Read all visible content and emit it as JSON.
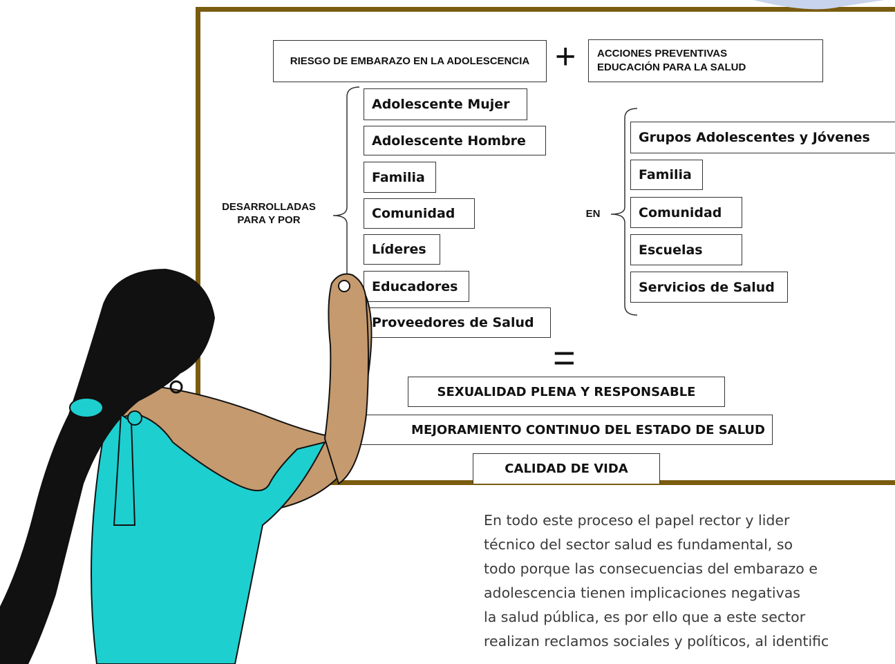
{
  "diagram": {
    "header_left": "RIESGO DE EMBARAZO EN LA ADOLESCENCIA",
    "plus_sign": "+",
    "header_right_line1": "ACCIONES PREVENTIVAS",
    "header_right_line2": "EDUCACIÓN PARA LA SALUD",
    "left_label_line1": "DESARROLLADAS",
    "left_label_line2": "PARA Y POR",
    "left_items": [
      "Adolescente Mujer",
      "Adolescente Hombre",
      "Familia",
      "Comunidad",
      "Líderes",
      "Educadores",
      "Proveedores de Salud"
    ],
    "right_label": "EN",
    "right_items": [
      "Grupos  Adolescentes y Jóvenes",
      "Familia",
      "Comunidad",
      "Escuelas",
      "Servicios de Salud"
    ],
    "equals_sign": "=",
    "results": [
      "SEXUALIDAD PLENA Y RESPONSABLE",
      "MEJORAMIENTO CONTINUO DEL ESTADO DE SALUD",
      "CALIDAD DE VIDA"
    ]
  },
  "text": {
    "line1": "En todo este proceso el papel rector y lider",
    "line2": "técnico del sector salud es fundamental, so",
    "line3": "todo porque las consecuencias del embarazo e",
    "line4": "adolescencia tienen implicaciones negativas",
    "line5": "la salud pública, es por ello que a este sector",
    "line6": "realizan reclamos sociales y políticos, al identific"
  },
  "colors": {
    "board_frame": "#7a5c10",
    "shirt": "#1ecfcf",
    "skin": "#c59a6e",
    "hair": "#111111"
  }
}
